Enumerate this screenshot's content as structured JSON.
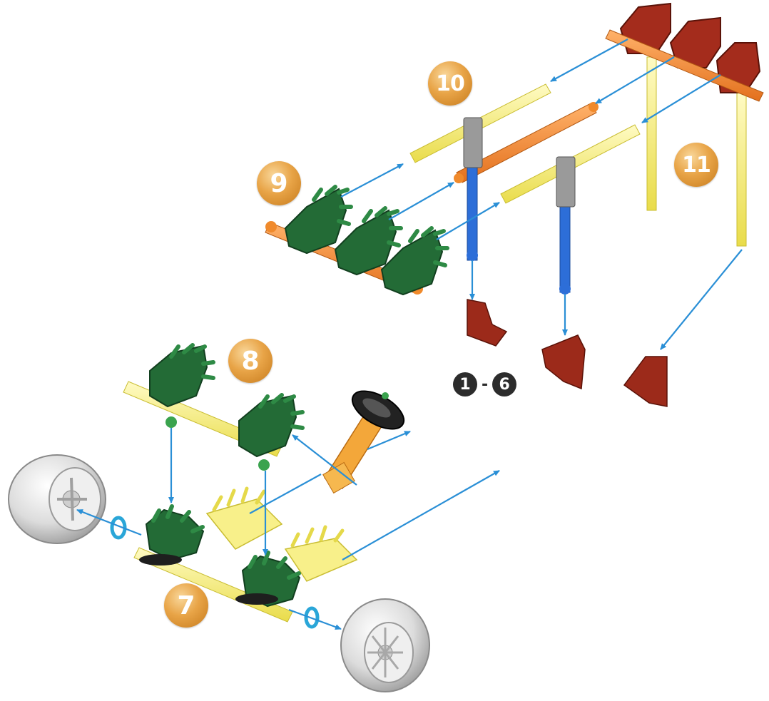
{
  "steps": {
    "step7": "7",
    "step8": "8",
    "step9": "9",
    "step10": "10",
    "step11": "11"
  },
  "range_marker": {
    "from": "1",
    "dash": "-",
    "to": "6"
  },
  "colors": {
    "arrow": "#2a8fd6",
    "badge": "#e09a3a",
    "green_connector": "#1f6b34",
    "yellow_rod": "#f6ee6a",
    "orange_rod": "#f08a2c",
    "blue_rod": "#2d6ed8",
    "red_connector": "#9c2a1a",
    "wheel": "#d9d9d9",
    "spacer": "#2aa6d8"
  },
  "icons": [
    "wheel-icon",
    "spacer-icon",
    "connector-icon",
    "rod-icon",
    "steering-wheel-icon"
  ]
}
